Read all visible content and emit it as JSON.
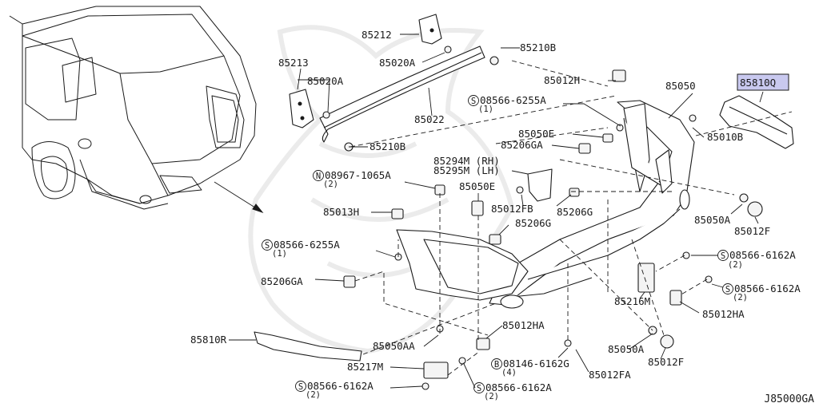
{
  "diagram_code": "J85000GA",
  "highlighted_part": "85810Q",
  "labels": {
    "p85212": "85212",
    "p85210B_top": "85210B",
    "p85020A_top": "85020A",
    "p85213": "85213",
    "p85020A_left": "85020A",
    "p85022": "85022",
    "p85210B_low": "85210B",
    "p85012H": "85012H",
    "p85050": "85050",
    "p85810Q": "85810Q",
    "s08566_6255A_top": "08566-6255A",
    "s08566_6255A_top_qty": "(1)",
    "p85050E_a": "85050E",
    "p85206GA_a": "85206GA",
    "p85010B": "85010B",
    "p85294M": "85294M (RH)",
    "p85295M": "85295M (LH)",
    "n08967_1065A": "08967-1065A",
    "n08967_1065A_qty": "(2)",
    "p85050E_b": "85050E",
    "p85012FB": "85012FB",
    "p85206G_a": "85206G",
    "p85013H": "85013H",
    "p85206G_b": "85206G",
    "p85050A_a": "85050A",
    "p85012F_a": "85012F",
    "s08566_6255A_low": "08566-6255A",
    "s08566_6255A_low_qty": "(1)",
    "s08566_6162A_r1": "08566-6162A",
    "s08566_6162A_r1_qty": "(2)",
    "p85206GA_b": "85206GA",
    "s08566_6162A_r2": "08566-6162A",
    "s08566_6162A_r2_qty": "(2)",
    "p85216M": "85216M",
    "p85012HA_r": "85012HA",
    "p85810R": "85810R",
    "p85012HA_c": "85012HA",
    "p85050AA": "85050AA",
    "p85050A_b": "85050A",
    "b08146_6162G": "08146-6162G",
    "b08146_6162G_qty": "(4)",
    "p85012F_b": "85012F",
    "p85217M": "85217M",
    "p85012FA": "85012FA",
    "s08566_6162A_b1": "08566-6162A",
    "s08566_6162A_b1_qty": "(2)",
    "s08566_6162A_b2": "08566-6162A",
    "s08566_6162A_b2_qty": "(2)"
  },
  "prefix_symbols": {
    "screw": "S",
    "nut": "N",
    "bolt": "B"
  },
  "colors": {
    "highlight_fill": "#c9c9ef",
    "ink": "#1a1a1a",
    "watermark": "#e9e9e9"
  }
}
